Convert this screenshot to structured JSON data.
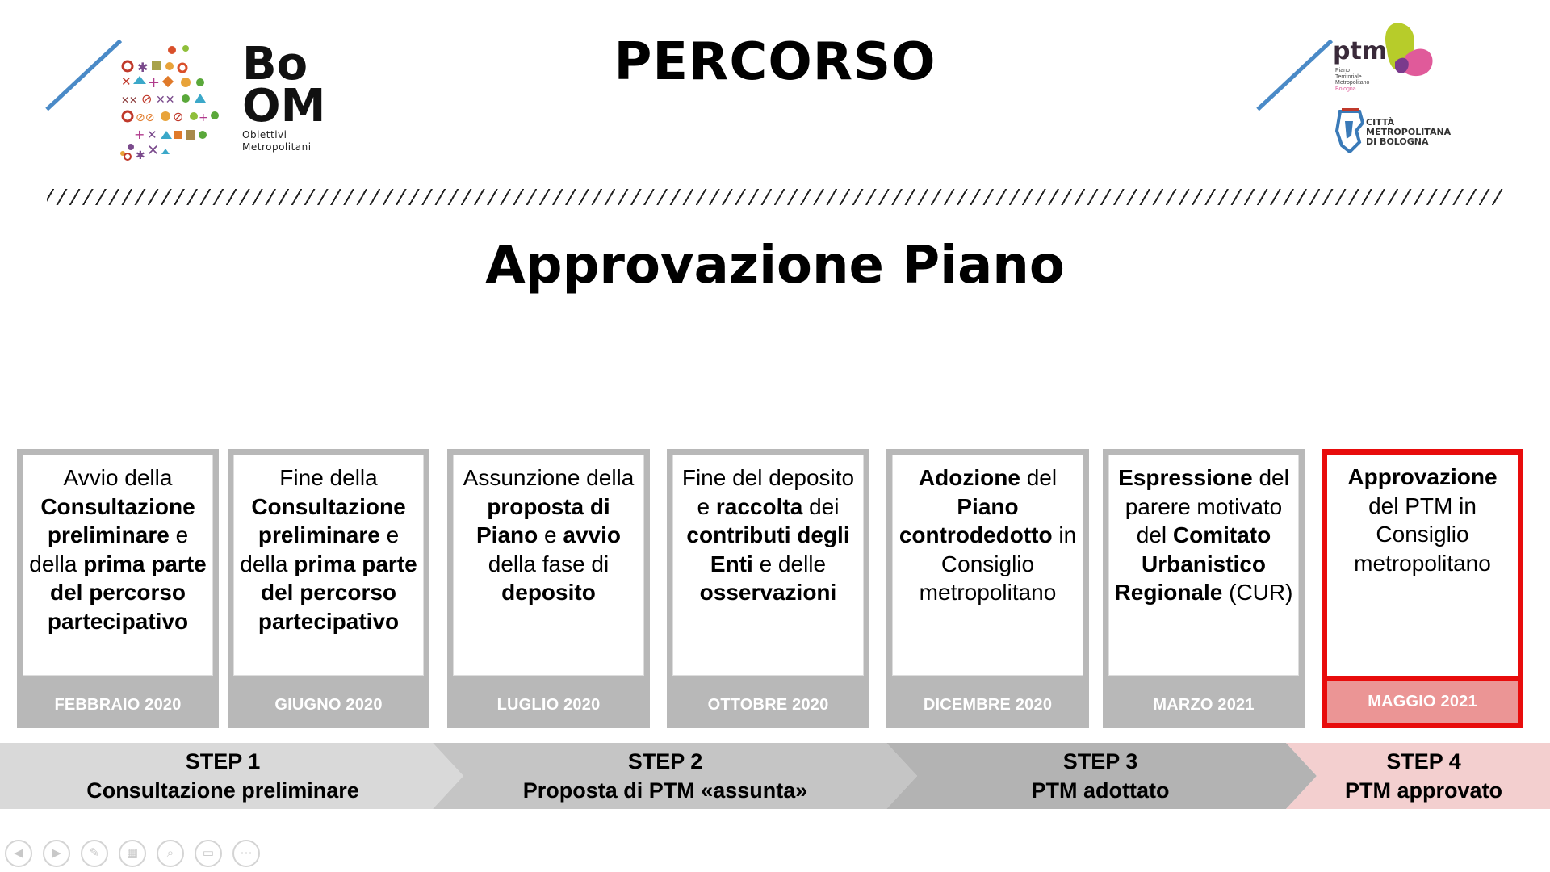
{
  "header": {
    "title": "PERCORSO",
    "subtitle": "Approvazione Piano"
  },
  "logos": {
    "boom": {
      "line1": "Bo",
      "line2": "OM",
      "tagline1": "Obiettivi",
      "tagline2": "Metropolitani"
    },
    "ptm": {
      "name": "ptm",
      "tag1": "Piano",
      "tag2": "Territoriale",
      "tag3": "Metropolitano",
      "tag4": "Bologna"
    },
    "city": {
      "line1": "CITTÀ",
      "line2": "METROPOLITANA",
      "line3": "DI BOLOGNA"
    }
  },
  "cards": [
    {
      "date": "FEBBRAIO 2020"
    },
    {
      "date": "GIUGNO 2020"
    },
    {
      "date": "LUGLIO 2020"
    },
    {
      "date": "OTTOBRE 2020"
    },
    {
      "date": "DICEMBRE 2020"
    },
    {
      "date": "MARZO 2021"
    },
    {
      "date": "MAGGIO  2021"
    }
  ],
  "steps": [
    {
      "title": "STEP 1",
      "desc": "Consultazione preliminare"
    },
    {
      "title": "STEP 2",
      "desc": "Proposta di PTM «assunta»"
    },
    {
      "title": "STEP 3",
      "desc": "PTM adottato"
    },
    {
      "title": "STEP 4",
      "desc": "PTM approvato"
    }
  ],
  "colors": {
    "step1": "#d9d9d9",
    "step2": "#c5c5c5",
    "step3": "#b3b3b3",
    "step4": "#f3cfcf",
    "accent_red": "#e80c0c",
    "line_blue": "#4a8ac7"
  },
  "nav_icons": [
    "previous-icon",
    "next-icon",
    "pen-icon",
    "slides-grid-icon",
    "zoom-icon",
    "subtitle-icon",
    "more-icon"
  ]
}
